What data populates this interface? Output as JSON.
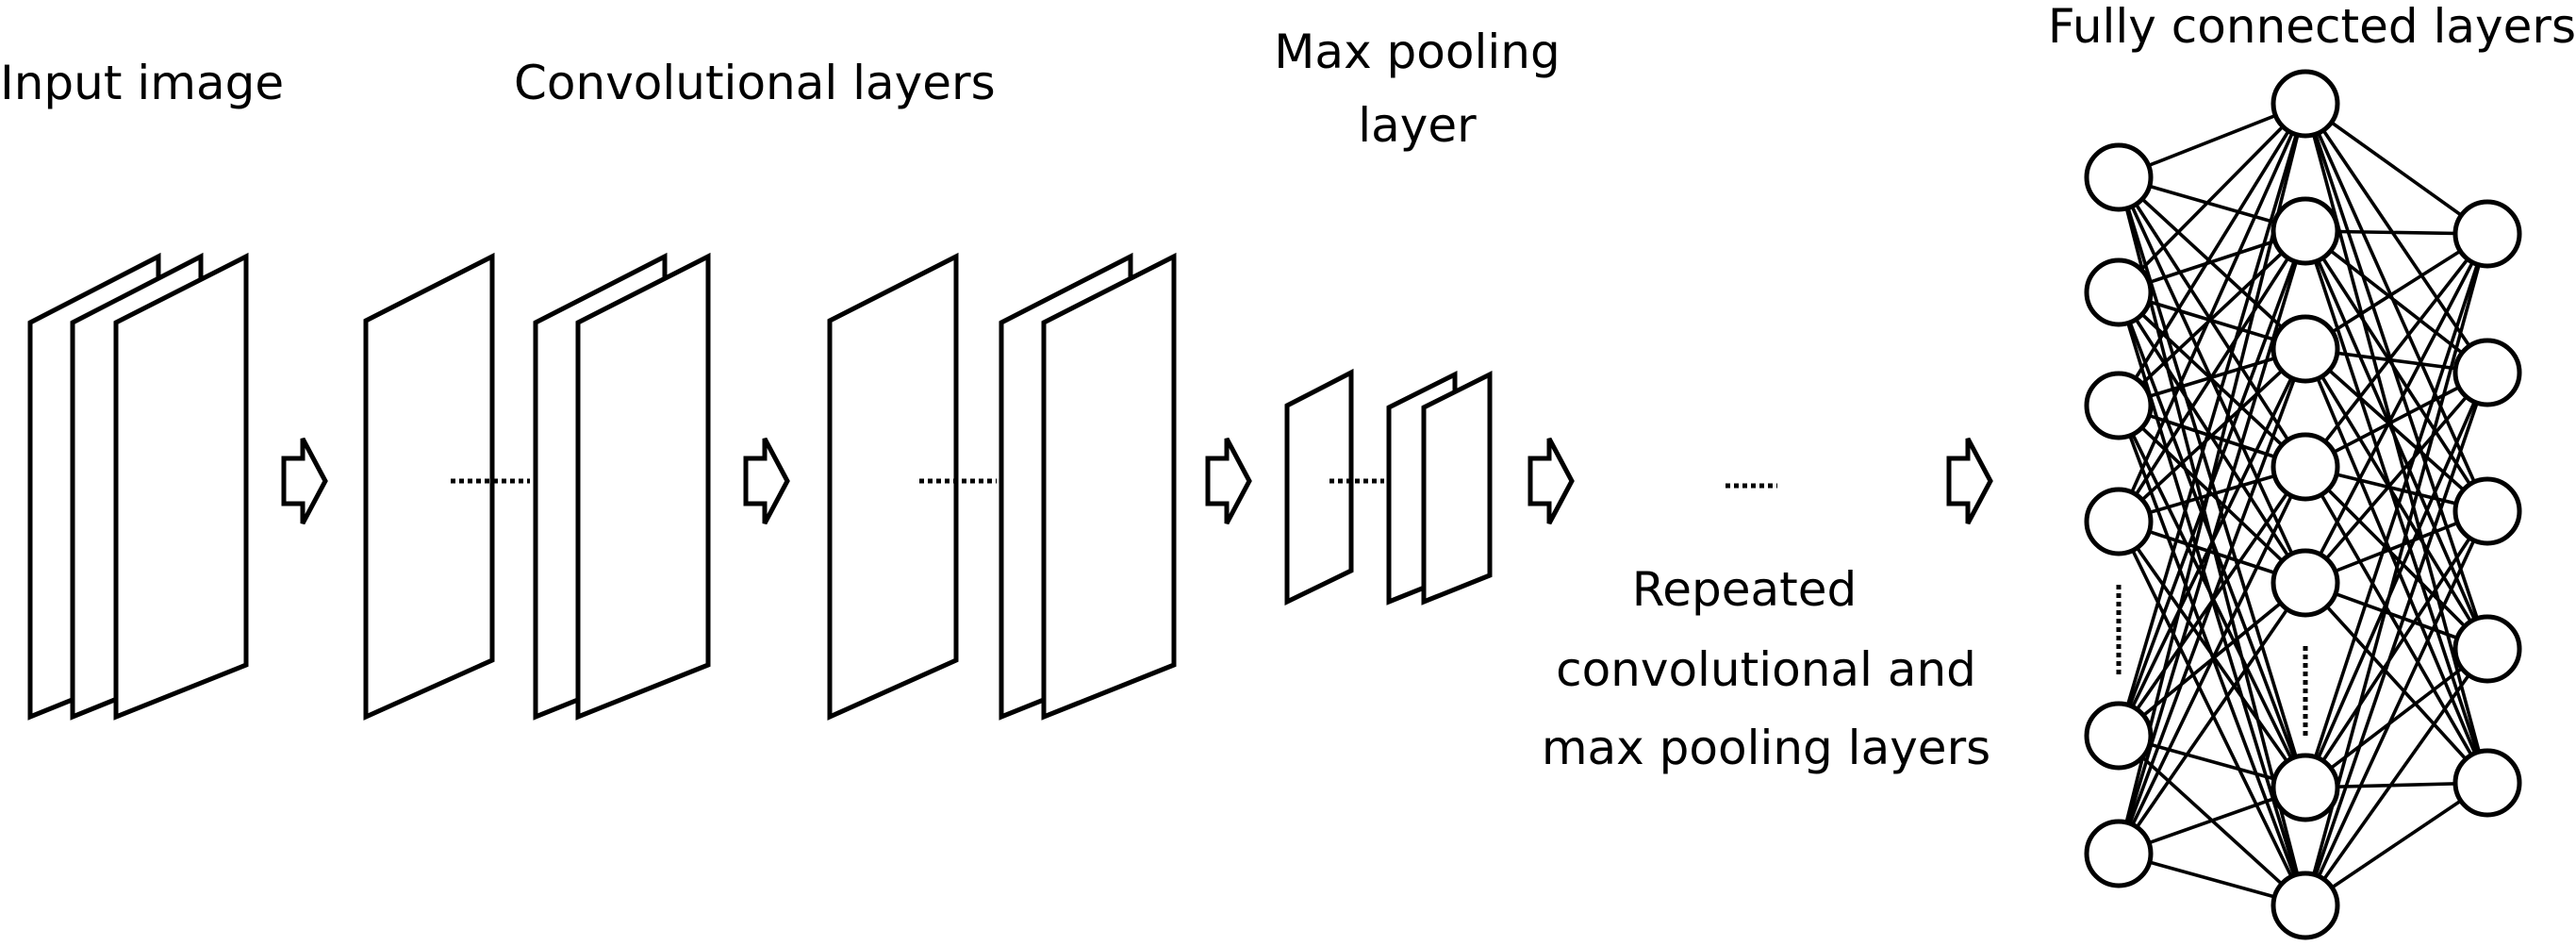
{
  "labels": {
    "input_image": "Input image",
    "convolutional_layers": "Convolutional layers",
    "max_pooling_line1": "Max pooling",
    "max_pooling_line2": "layer",
    "fully_connected": "Fully connected layers",
    "repeated_line1": "Repeated",
    "repeated_line2": "convolutional  and",
    "repeated_line3": "max pooling layers"
  },
  "network": {
    "layer_sizes_drawn": [
      6,
      7,
      5
    ],
    "ellipsis_between_nodes": true
  },
  "colors": {
    "stroke": "#000000",
    "fill": "#ffffff"
  }
}
